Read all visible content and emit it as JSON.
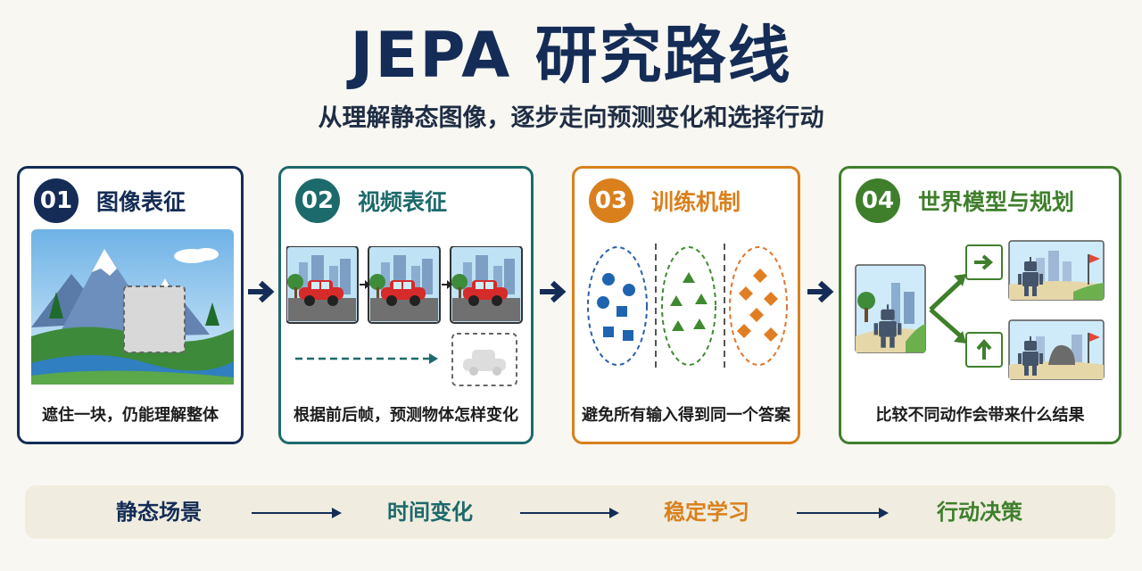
{
  "title": "JEPA 研究路线",
  "subtitle": "从理解静态图像，逐步走向预测变化和选择行动",
  "colors": {
    "navy": "#142c56",
    "teal": "#1d6a6c",
    "orange": "#d9801d",
    "green": "#3f7f2c"
  },
  "cards": [
    {
      "num": "01",
      "title": "图像表征",
      "caption": "遮住一块，仍能理解整体",
      "color": "#142c56",
      "icon": "mountain-mask-image"
    },
    {
      "num": "02",
      "title": "视频表征",
      "caption": "根据前后帧，预测物体怎样变化",
      "color": "#1d6a6c",
      "icon": "car-video-frames"
    },
    {
      "num": "03",
      "title": "训练机制",
      "caption": "避免所有输入得到同一个答案",
      "color": "#d9801d",
      "icon": "shape-clusters"
    },
    {
      "num": "04",
      "title": "世界模型与规划",
      "caption": "比较不同动作会带来什么结果",
      "color": "#3f7f2c",
      "icon": "robot-planning"
    }
  ],
  "flow": {
    "steps": [
      "静态场景",
      "时间变化",
      "稳定学习",
      "行动决策"
    ]
  }
}
